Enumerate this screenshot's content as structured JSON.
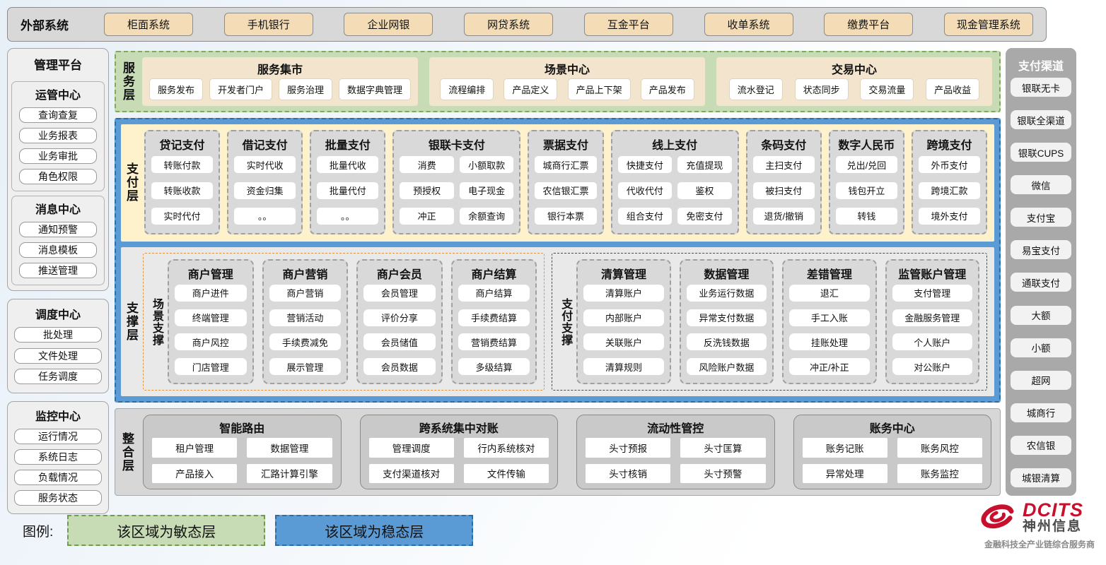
{
  "external": {
    "label": "外部系统",
    "systems": [
      "柜面系统",
      "手机银行",
      "企业网银",
      "网贷系统",
      "互金平台",
      "收单系统",
      "缴费平台",
      "现金管理系统"
    ]
  },
  "management": {
    "title": "管理平台",
    "groups": [
      {
        "title": "运管中心",
        "items": [
          "查询查复",
          "业务报表",
          "业务审批",
          "角色权限"
        ]
      },
      {
        "title": "消息中心",
        "items": [
          "通知预警",
          "消息模板",
          "推送管理"
        ]
      },
      {
        "title": "调度中心",
        "items": [
          "批处理",
          "文件处理",
          "任务调度"
        ]
      },
      {
        "title": "监控中心",
        "items": [
          "运行情况",
          "系统日志",
          "负载情况",
          "服务状态"
        ]
      }
    ]
  },
  "service_layer": {
    "label": "服务层",
    "groups": [
      {
        "title": "服务集市",
        "items": [
          "服务发布",
          "开发者门户",
          "服务治理",
          "数据字典管理"
        ]
      },
      {
        "title": "场景中心",
        "items": [
          "流程编排",
          "产品定义",
          "产品上下架",
          "产品发布"
        ]
      },
      {
        "title": "交易中心",
        "items": [
          "流水登记",
          "状态同步",
          "交易流量",
          "产品收益"
        ]
      }
    ]
  },
  "payment_layer": {
    "label": "支付层",
    "groups": [
      {
        "title": "贷记支付",
        "cols": 1,
        "items": [
          "转账付款",
          "转账收款",
          "实时代付"
        ]
      },
      {
        "title": "借记支付",
        "cols": 1,
        "items": [
          "实时代收",
          "资金归集",
          "。。"
        ]
      },
      {
        "title": "批量支付",
        "cols": 1,
        "items": [
          "批量代收",
          "批量代付",
          "。。"
        ]
      },
      {
        "title": "银联卡支付",
        "cols": 2,
        "items": [
          "消费",
          "小额取款",
          "预授权",
          "电子现金",
          "冲正",
          "余额查询"
        ]
      },
      {
        "title": "票据支付",
        "cols": 1,
        "items": [
          "城商行汇票",
          "农信银汇票",
          "银行本票"
        ]
      },
      {
        "title": "线上支付",
        "cols": 2,
        "items": [
          "快捷支付",
          "充值提现",
          "代收代付",
          "鉴权",
          "组合支付",
          "免密支付"
        ]
      },
      {
        "title": "条码支付",
        "cols": 1,
        "items": [
          "主扫支付",
          "被扫支付",
          "退货/撤销"
        ]
      },
      {
        "title": "数字人民币",
        "cols": 1,
        "items": [
          "兑出/兑回",
          "钱包开立",
          "转钱"
        ]
      },
      {
        "title": "跨境支付",
        "cols": 1,
        "items": [
          "外币支付",
          "跨境汇款",
          "境外支付"
        ]
      }
    ]
  },
  "support_layer": {
    "label": "支撑层",
    "sections": [
      {
        "label": "场景支撑",
        "accent": "orange",
        "groups": [
          {
            "title": "商户管理",
            "items": [
              "商户进件",
              "终端管理",
              "商户风控",
              "门店管理"
            ]
          },
          {
            "title": "商户营销",
            "items": [
              "商户营销",
              "营销活动",
              "手续费减免",
              "展示管理"
            ]
          },
          {
            "title": "商户会员",
            "items": [
              "会员管理",
              "评价分享",
              "会员储值",
              "会员数据"
            ]
          },
          {
            "title": "商户结算",
            "items": [
              "商户结算",
              "手续费结算",
              "营销费结算",
              "多级结算"
            ]
          }
        ]
      },
      {
        "label": "支付支撑",
        "accent": "dark",
        "groups": [
          {
            "title": "清算管理",
            "items": [
              "清算账户",
              "内部账户",
              "关联账户",
              "清算规则"
            ]
          },
          {
            "title": "数据管理",
            "items": [
              "业务运行数据",
              "异常支付数据",
              "反洗钱数据",
              "风险账户数据"
            ]
          },
          {
            "title": "差错管理",
            "items": [
              "退汇",
              "手工入账",
              "挂账处理",
              "冲正/补正"
            ]
          },
          {
            "title": "监管账户管理",
            "items": [
              "支付管理",
              "金融服务管理",
              "个人账户",
              "对公账户"
            ]
          }
        ]
      }
    ]
  },
  "integration_layer": {
    "label": "整合层",
    "groups": [
      {
        "title": "智能路由",
        "items": [
          "租户管理",
          "数据管理",
          "产品接入",
          "汇路计算引擎"
        ]
      },
      {
        "title": "跨系统集中对账",
        "items": [
          "管理调度",
          "行内系统核对",
          "支付渠道核对",
          "文件传输"
        ]
      },
      {
        "title": "流动性管控",
        "items": [
          "头寸预报",
          "头寸匡算",
          "头寸核销",
          "头寸预警"
        ]
      },
      {
        "title": "账务中心",
        "items": [
          "账务记账",
          "账务风控",
          "异常处理",
          "账务监控"
        ]
      }
    ]
  },
  "channels": {
    "title": "支付渠道",
    "items": [
      "银联无卡",
      "银联全渠道",
      "银联CUPS",
      "微信",
      "支付宝",
      "易宝支付",
      "通联支付",
      "大额",
      "小额",
      "超网",
      "城商行",
      "农信银",
      "城银清算"
    ]
  },
  "legend": {
    "label": "图例:",
    "agile": "该区域为敏态层",
    "stable": "该区域为稳态层"
  },
  "logo": {
    "name": "DCITS",
    "cn": "神州信息",
    "tagline": "金融科技全产业链综合服务商"
  },
  "colors": {
    "agile_green": "#c7dcb4",
    "stable_blue": "#5b9bd5",
    "cream": "#fdf2cc",
    "wheat": "#f4ddb6",
    "gray_panel": "#d9d9d9",
    "brand_red": "#c8102e"
  }
}
